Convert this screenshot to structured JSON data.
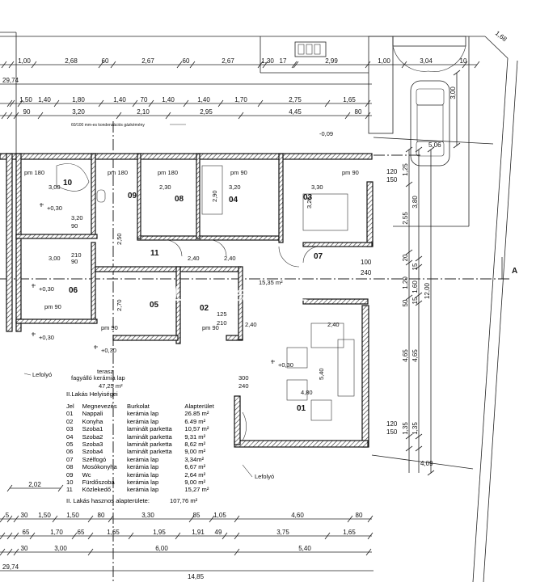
{
  "title": "II. Lakás alaprajz",
  "dimensions": {
    "top_row1": [
      "1,00",
      "2,68",
      "60",
      "2,67",
      "60",
      "2,67",
      "1,30",
      "17",
      "2,99",
      "1,00",
      "3,04",
      "10"
    ],
    "top_total": "29,74",
    "top_row3": [
      "1,50",
      "1,40",
      "1,80",
      "1,40",
      "70",
      "1,40",
      "1,40",
      "1,70",
      "2,75",
      "1,65"
    ],
    "top_row4": [
      "90",
      "3,20",
      "2,10",
      "2,95",
      "4,45",
      "80"
    ],
    "bottom_row1": [
      "5",
      "30",
      "1,50",
      "1,50",
      "80",
      "3,30",
      "85",
      "1,05",
      "4,60",
      "80"
    ],
    "bottom_row2": [
      "65",
      "1,70",
      "65",
      "1,65",
      "1,95",
      "1,91",
      "49",
      "3,75",
      "1,65"
    ],
    "bottom_row3": [
      "30",
      "3,00",
      "6,00",
      "5,40"
    ],
    "bottom_total": "29,74",
    "bottom_half": "14,85",
    "left_dim": "2,02",
    "right_vertical": [
      "1,25",
      "2,55",
      "20",
      "1,20",
      "50",
      "4,65",
      "1,35",
      "3,80",
      "15",
      "1,60",
      "15",
      "4,65",
      "1,35",
      "12,00",
      "3,00"
    ],
    "garage": [
      "5,06",
      "4,09",
      "1,68"
    ],
    "side_small": [
      "120",
      "150",
      "120",
      "150",
      "100",
      "240"
    ]
  },
  "chimney_note": "60/100 mm-es kondenzációs gázkémény",
  "section_marker": "A",
  "rooms": [
    {
      "id": "01"
    },
    {
      "id": "02"
    },
    {
      "id": "03"
    },
    {
      "id": "04"
    },
    {
      "id": "05"
    },
    {
      "id": "06"
    },
    {
      "id": "07"
    },
    {
      "id": "08"
    },
    {
      "id": "09"
    },
    {
      "id": "10"
    },
    {
      "id": "11"
    }
  ],
  "room_annotations": {
    "level_plus": "+0,30",
    "level_minus": "-0,09",
    "area_partial": "15,35 m²",
    "pm_labels": [
      "pm 180",
      "pm 180",
      "pm 180",
      "pm 90",
      "pm 90",
      "pm 90",
      "pm 90",
      "pm 90"
    ],
    "inner_dims": [
      "3,00",
      "3,00",
      "2,30",
      "3,20",
      "3,30",
      "3,20",
      "2,40",
      "2,40",
      "2,40",
      "2,40",
      "2,50",
      "2,70",
      "5,40",
      "4,80",
      "2,90",
      "3,20",
      "90",
      "210",
      "90",
      "210",
      "125",
      "210",
      "300",
      "240"
    ]
  },
  "terrace": {
    "label": "terasz",
    "finish": "fagyálló kerámia lap",
    "area": "47,25 m²"
  },
  "drain_label": "Lefolyó",
  "table": {
    "title": "II.Lakás Helyiségei",
    "headers": [
      "Jel",
      "Megnevezés",
      "Burkolat",
      "Alapterület"
    ],
    "rows": [
      [
        "01",
        "Nappali",
        "kerámia lap",
        "26.85 m²"
      ],
      [
        "02",
        "Konyha",
        "kerámia lap",
        "6.49 m²"
      ],
      [
        "03",
        "Szoba1",
        "laminált parketta",
        "10,57 m²"
      ],
      [
        "04",
        "Szoba2",
        "laminált parketta",
        "9,31 m²"
      ],
      [
        "05",
        "Szoba3",
        "laminált parketta",
        "8,62 m²"
      ],
      [
        "06",
        "Szoba4",
        "laminált parketta",
        "9,00 m²"
      ],
      [
        "07",
        "Szélfogó",
        "kerámia lap",
        "3,34m²"
      ],
      [
        "08",
        "Mosókonyha",
        "kerámia lap",
        "6,67 m²"
      ],
      [
        "09",
        "Wc",
        "kerámia lap",
        "2,64 m²"
      ],
      [
        "10",
        "Fürdőszoba",
        "kerámia lap",
        "9,00 m²"
      ],
      [
        "11",
        "Közlekedő",
        "kerámia lap",
        "15,27 m²"
      ]
    ],
    "total_label": "II. Lakás hasznos alapterülete:",
    "total_value": "107,76 m²"
  }
}
